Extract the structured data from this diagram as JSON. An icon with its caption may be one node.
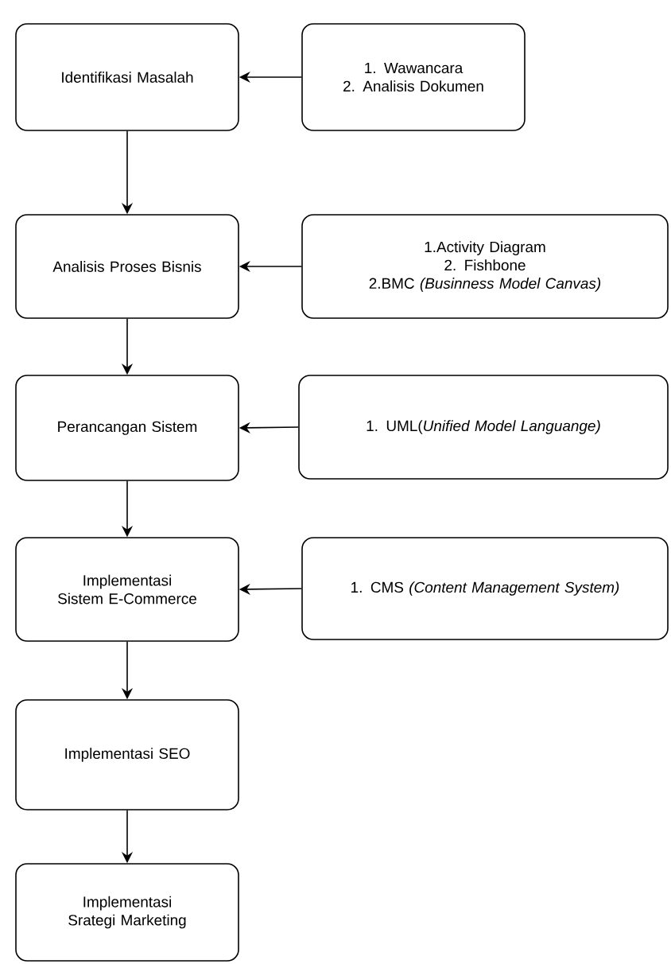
{
  "diagram": {
    "nodes": [
      {
        "text": [
          "Identifikasi Masalah"
        ]
      },
      {
        "text": [
          "Analisis Proses Bisnis"
        ]
      },
      {
        "text": [
          "Perancangan Sistem"
        ]
      },
      {
        "text": [
          "Implementasi Sistem E-Commerce"
        ]
      },
      {
        "text": [
          "Implementasi SEO"
        ]
      },
      {
        "text": [
          "Implementasi Srategi Marketing"
        ]
      },
      {
        "text": [
          "1. Wawancara",
          "2. Analisis Dokumen"
        ]
      },
      {
        "text": [
          "1.Activity Diagram",
          "2. Fishbone",
          "2.BMC *(Businness Model Canvas)*"
        ]
      },
      {
        "text": [
          "1. UML(*Unified Model Languange)*"
        ]
      },
      {
        "text": [
          "1. CMS *(Content Management System)*"
        ]
      }
    ],
    "edges": [
      {
        "from": 0,
        "to": 1,
        "arrow": "to"
      },
      {
        "from": 1,
        "to": 2,
        "arrow": "to"
      },
      {
        "from": 2,
        "to": 3,
        "arrow": "to"
      },
      {
        "from": 3,
        "to": 4,
        "arrow": "to"
      },
      {
        "from": 4,
        "to": 5,
        "arrow": "to"
      },
      {
        "from": 6,
        "to": 0,
        "arrow": "to"
      },
      {
        "from": 7,
        "to": 1,
        "arrow": "to"
      },
      {
        "from": 8,
        "to": 2,
        "arrow": "to"
      },
      {
        "from": 9,
        "to": 3,
        "arrow": "to"
      }
    ]
  }
}
